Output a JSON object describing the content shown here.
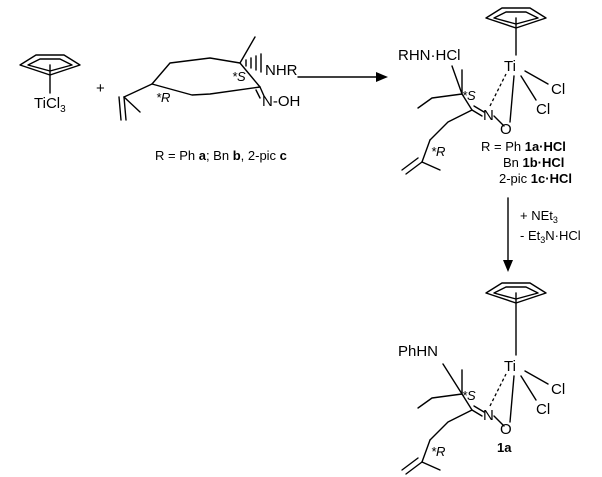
{
  "reactants": {
    "ticl3": "TiCl",
    "ticl3_sub": "3",
    "plus": "+",
    "nhr": "NHR",
    "noh": "N-OH",
    "s_star": "*S",
    "r_star": "*R",
    "r_definition": {
      "prefix": "R = Ph ",
      "a": "a",
      "mid1": "; Bn ",
      "b": "b",
      "mid2": ", 2-pic ",
      "c": "c"
    }
  },
  "product_salt": {
    "rhn_hcl": "RHN·HCl",
    "ti": "Ti",
    "cl1": "Cl",
    "cl2": "Cl",
    "n": "N",
    "o": "O",
    "s_star": "*S",
    "r_star": "*R",
    "r_list": [
      {
        "prefix": "R = Ph ",
        "label": "1a·HCl"
      },
      {
        "prefix": "Bn ",
        "label": "1b·HCl"
      },
      {
        "prefix": "2-pic ",
        "label": "1c·HCl"
      }
    ]
  },
  "conditions": {
    "line1_prefix": "+ NEt",
    "line1_sub": "3",
    "line2_prefix": "- Et",
    "line2_sub": "3",
    "line2_suffix": "N·HCl"
  },
  "product_final": {
    "phhn": "PhHN",
    "ti": "Ti",
    "cl1": "Cl",
    "cl2": "Cl",
    "n": "N",
    "o": "O",
    "s_star": "*S",
    "r_star": "*R",
    "label": "1a"
  }
}
